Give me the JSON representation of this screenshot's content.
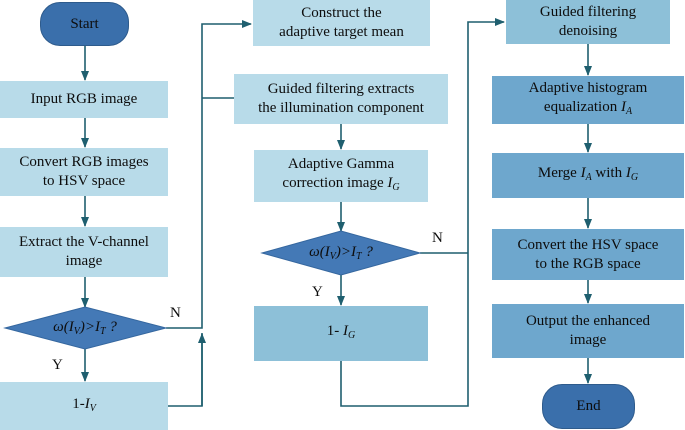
{
  "terminals": {
    "start": "Start",
    "end": "End"
  },
  "col1": {
    "input": "Input RGB image",
    "convert_line1": "Convert RGB images",
    "convert_line2": "to HSV space",
    "extract_line1": "Extract the V-channel",
    "extract_line2": "image",
    "decision": {
      "fn": "ω(I",
      "sub_v": "V",
      "cmp": ")>I",
      "sub_t": "T",
      "q": " ?"
    },
    "one_minus": {
      "prefix": "1-",
      "var": "I",
      "sub": "V"
    }
  },
  "col2": {
    "construct_line1": "Construct the",
    "construct_line2": "adaptive target mean",
    "guided_line1": "Guided filtering extracts",
    "guided_line2": "the illumination component",
    "gamma_line1": "Adaptive Gamma",
    "gamma_line2_text": "correction image ",
    "gamma_var": "I",
    "gamma_sub": "G",
    "decision": {
      "fn": "ω(I",
      "sub_v": "V",
      "cmp": ")>I",
      "sub_t": "T",
      "q": " ?"
    },
    "one_minus": {
      "prefix": "1- ",
      "var": "I",
      "sub": "G"
    }
  },
  "col3": {
    "denoise_line1": "Guided filtering",
    "denoise_line2": "denoising",
    "hist_line1": "Adaptive histogram",
    "hist_line2_text": "equalization ",
    "hist_var": "I",
    "hist_sub": "A",
    "merge_text": "Merge ",
    "merge_var1": "I",
    "merge_sub1": "A",
    "merge_with": " with ",
    "merge_var2": "I",
    "merge_sub2": "G",
    "hsv_line1": "Convert the HSV space",
    "hsv_line2": "to the RGB space",
    "output_line1": "Output the enhanced",
    "output_line2": "image"
  },
  "branch_labels": {
    "yes1": "Y",
    "no1": "N",
    "yes2": "Y",
    "no2": "N"
  },
  "colors": {
    "light_box": "#b8dbe9",
    "mid_box": "#8dc0d8",
    "dark_box": "#6ea7cd",
    "terminal": "#3a6fab",
    "diamond": "#4479b6",
    "line": "#1f5f6f"
  }
}
